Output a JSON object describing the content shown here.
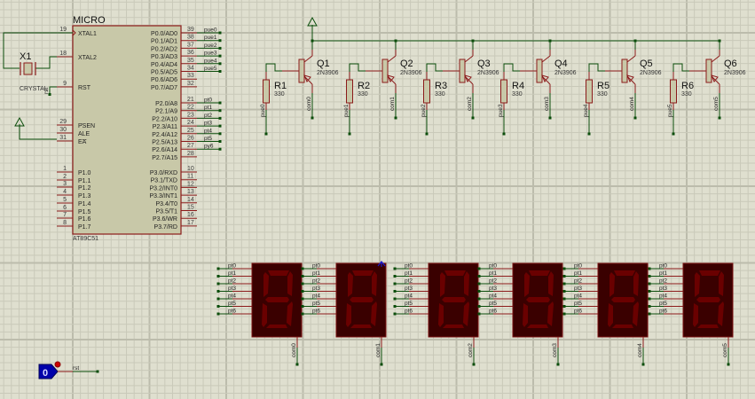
{
  "app": {
    "canvas_type": "schematic-editor",
    "colors": {
      "background": "#dfdfcf",
      "grid_minor": "#c9c9b9",
      "grid_major": "#bcbcac",
      "wire": "#0b4d0b",
      "pin": "#8b0000",
      "component_body": "#c8c8a8",
      "component_outline": "#8b1a1a",
      "display_body": "#3a0000",
      "display_segment": "#6a0000",
      "logic_state_fill": "#0000aa",
      "logic_state_led": "#cc0000"
    }
  },
  "mcu": {
    "ref": "MICRO",
    "part": "AT89C51",
    "left_pins": [
      {
        "num": "19",
        "name": "XTAL1",
        "clock": true
      },
      {
        "num": "18",
        "name": "XTAL2"
      },
      {
        "num": "9",
        "name": "RST"
      },
      {
        "num": "29",
        "name": "PSEN",
        "overbar": true
      },
      {
        "num": "30",
        "name": "ALE"
      },
      {
        "num": "31",
        "name": "EA",
        "overbar": true
      },
      {
        "num": "1",
        "name": "P1.0"
      },
      {
        "num": "2",
        "name": "P1.1"
      },
      {
        "num": "3",
        "name": "P1.2"
      },
      {
        "num": "4",
        "name": "P1.3"
      },
      {
        "num": "5",
        "name": "P1.4"
      },
      {
        "num": "6",
        "name": "P1.5"
      },
      {
        "num": "7",
        "name": "P1.6"
      },
      {
        "num": "8",
        "name": "P1.7"
      }
    ],
    "right_pins": [
      {
        "num": "39",
        "name": "P0.0/AD0",
        "net": "pue0"
      },
      {
        "num": "38",
        "name": "P0.1/AD1",
        "net": "pue1"
      },
      {
        "num": "37",
        "name": "P0.2/AD2",
        "net": "pue2"
      },
      {
        "num": "36",
        "name": "P0.3/AD3",
        "net": "pue3"
      },
      {
        "num": "35",
        "name": "P0.4/AD4",
        "net": "pue4"
      },
      {
        "num": "34",
        "name": "P0.5/AD5",
        "net": "pue5"
      },
      {
        "num": "33",
        "name": "P0.6/AD6",
        "net": ""
      },
      {
        "num": "32",
        "name": "P0.7/AD7",
        "net": ""
      },
      {
        "num": "21",
        "name": "P2.0/A8",
        "net": "pt0"
      },
      {
        "num": "22",
        "name": "P2.1/A9",
        "net": "pt1"
      },
      {
        "num": "23",
        "name": "P2.2/A10",
        "net": "pt2"
      },
      {
        "num": "24",
        "name": "P2.3/A11",
        "net": "pt3"
      },
      {
        "num": "25",
        "name": "P2.4/A12",
        "net": "pt4"
      },
      {
        "num": "26",
        "name": "P2.5/A13",
        "net": "pt5"
      },
      {
        "num": "27",
        "name": "P2.6/A14",
        "net": "py6"
      },
      {
        "num": "28",
        "name": "P2.7/A15",
        "net": ""
      },
      {
        "num": "10",
        "name": "P3.0/RXD",
        "net": ""
      },
      {
        "num": "11",
        "name": "P3.1/TXD",
        "net": ""
      },
      {
        "num": "12",
        "name": "P3.2/INT0",
        "net": ""
      },
      {
        "num": "13",
        "name": "P3.3/INT1",
        "net": ""
      },
      {
        "num": "14",
        "name": "P3.4/T0",
        "net": ""
      },
      {
        "num": "15",
        "name": "P3.5/T1",
        "net": ""
      },
      {
        "num": "16",
        "name": "P3.6/WR",
        "net": ""
      },
      {
        "num": "17",
        "name": "P3.7/RD",
        "net": ""
      }
    ]
  },
  "crystal": {
    "ref": "X1",
    "value": "CRYSTAL",
    "rst_net": "rst"
  },
  "stages": [
    {
      "q_ref": "Q1",
      "q_part": "2N3906",
      "r_ref": "R1",
      "r_val": "330",
      "base_net": "pue0",
      "com_net": "com0"
    },
    {
      "q_ref": "Q2",
      "q_part": "2N3906",
      "r_ref": "R2",
      "r_val": "330",
      "base_net": "pue1",
      "com_net": "com1"
    },
    {
      "q_ref": "Q3",
      "q_part": "2N3906",
      "r_ref": "R3",
      "r_val": "330",
      "base_net": "pue2",
      "com_net": "com2"
    },
    {
      "q_ref": "Q4",
      "q_part": "2N3906",
      "r_ref": "R4",
      "r_val": "330",
      "base_net": "pue3",
      "com_net": "com3"
    },
    {
      "q_ref": "Q5",
      "q_part": "2N3906",
      "r_ref": "R5",
      "r_val": "330",
      "base_net": "pue4",
      "com_net": "com4"
    },
    {
      "q_ref": "Q6",
      "q_part": "2N3906",
      "r_ref": "R6",
      "r_val": "330",
      "base_net": "pue5",
      "com_net": "com5"
    }
  ],
  "displays": [
    {
      "com_net": "com0",
      "seg_nets": [
        "pt0",
        "pt1",
        "pt2",
        "pt3",
        "pt4",
        "pt5",
        "pt6"
      ]
    },
    {
      "com_net": "com1",
      "seg_nets": [
        "pt0",
        "pt1",
        "pt2",
        "pt3",
        "pt4",
        "pt5",
        "pt6"
      ]
    },
    {
      "com_net": "com2",
      "seg_nets": [
        "pt0",
        "pt1",
        "pt2",
        "pt3",
        "pt4",
        "pt5",
        "pt6"
      ]
    },
    {
      "com_net": "com3",
      "seg_nets": [
        "pt0",
        "pt1",
        "pt2",
        "pt3",
        "pt4",
        "pt5",
        "pt6"
      ]
    },
    {
      "com_net": "com4",
      "seg_nets": [
        "pt0",
        "pt1",
        "pt2",
        "pt3",
        "pt4",
        "pt5",
        "pt6"
      ]
    },
    {
      "com_net": "com5",
      "seg_nets": [
        "pt0",
        "pt1",
        "pt2",
        "pt3",
        "pt4",
        "pt5",
        "pt6"
      ]
    }
  ],
  "logic_state": {
    "value": "0",
    "net": "rst"
  },
  "power_symbols": [
    {
      "name": "vcc-transistor-rail"
    },
    {
      "name": "vcc-ea"
    }
  ]
}
